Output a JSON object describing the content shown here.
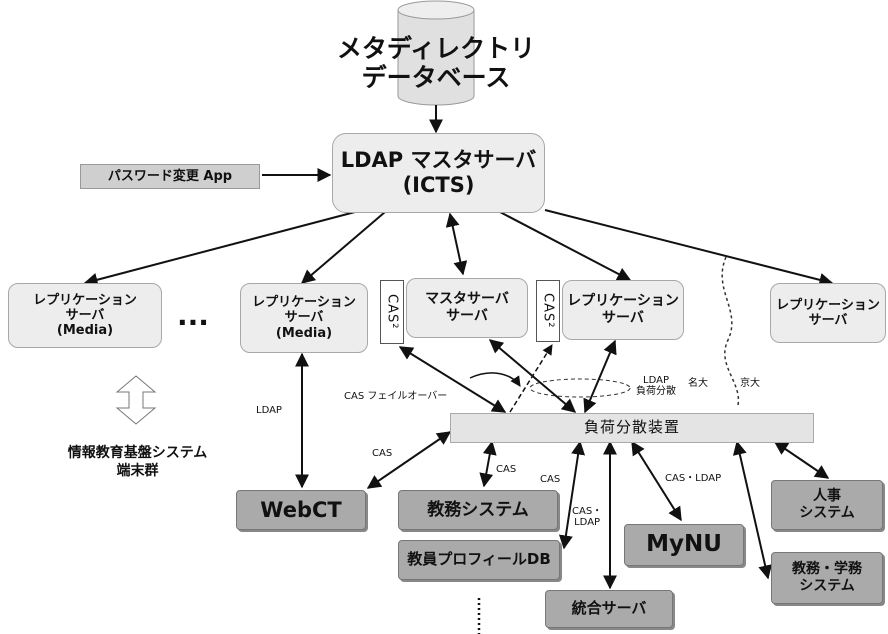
{
  "database": {
    "line1": "メタディレクトリ",
    "line2": "データベース"
  },
  "master": {
    "line1": "LDAP マスタサーバ",
    "line2": "(ICTS)"
  },
  "password_app": "パスワード変更 App",
  "replica_media": "レプリケーション\nサーバ\n(Media)",
  "replica": "レプリケーション\nサーバ",
  "master_sub": "マスタサーバ\nサーバ",
  "cas2": "CAS²",
  "ellipsis": "...",
  "load_balancer": "負荷分散装置",
  "terminals": "情報教育基盤システム\n端末群",
  "systems": {
    "webct": "WebCT",
    "kyomu": "教務システム",
    "profile": "教員プロフィールDB",
    "mynu": "MyNU",
    "jinji": "人事\nシステム",
    "gakumu": "教務・学務\nシステム",
    "togo": "統合サーバ"
  },
  "labels": {
    "ldap": "LDAP",
    "cas": "CAS",
    "cas_failover": "CAS フェイルオーバー",
    "ldap_lb": "LDAP\n負荷分散",
    "meidai": "名大",
    "kyodai": "京大",
    "cas_ldap": "CAS・LDAP",
    "cas_ldap_stack": "CAS・\nLDAP"
  }
}
